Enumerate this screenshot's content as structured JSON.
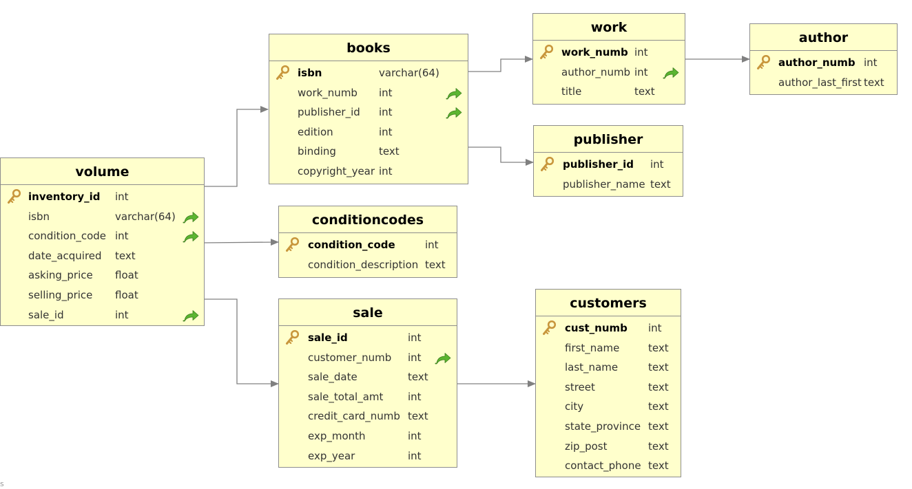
{
  "diagram": {
    "tables": {
      "volume": {
        "name": "volume",
        "columns": [
          {
            "name": "inventory_id",
            "type": "int",
            "pk": true,
            "fk": false
          },
          {
            "name": "isbn",
            "type": "varchar(64)",
            "pk": false,
            "fk": true
          },
          {
            "name": "condition_code",
            "type": "int",
            "pk": false,
            "fk": true
          },
          {
            "name": "date_acquired",
            "type": "text",
            "pk": false,
            "fk": false
          },
          {
            "name": "asking_price",
            "type": "float",
            "pk": false,
            "fk": false
          },
          {
            "name": "selling_price",
            "type": "float",
            "pk": false,
            "fk": false
          },
          {
            "name": "sale_id",
            "type": "int",
            "pk": false,
            "fk": true
          }
        ]
      },
      "books": {
        "name": "books",
        "columns": [
          {
            "name": "isbn",
            "type": "varchar(64)",
            "pk": true,
            "fk": false
          },
          {
            "name": "work_numb",
            "type": "int",
            "pk": false,
            "fk": true
          },
          {
            "name": "publisher_id",
            "type": "int",
            "pk": false,
            "fk": true
          },
          {
            "name": "edition",
            "type": "int",
            "pk": false,
            "fk": false
          },
          {
            "name": "binding",
            "type": "text",
            "pk": false,
            "fk": false
          },
          {
            "name": "copyright_year",
            "type": "int",
            "pk": false,
            "fk": false
          }
        ]
      },
      "work": {
        "name": "work",
        "columns": [
          {
            "name": "work_numb",
            "type": "int",
            "pk": true,
            "fk": false
          },
          {
            "name": "author_numb",
            "type": "int",
            "pk": false,
            "fk": true
          },
          {
            "name": "title",
            "type": "text",
            "pk": false,
            "fk": false
          }
        ]
      },
      "author": {
        "name": "author",
        "columns": [
          {
            "name": "author_numb",
            "type": "int",
            "pk": true,
            "fk": false
          },
          {
            "name": "author_last_first",
            "type": "text",
            "pk": false,
            "fk": false
          }
        ]
      },
      "publisher": {
        "name": "publisher",
        "columns": [
          {
            "name": "publisher_id",
            "type": "int",
            "pk": true,
            "fk": false
          },
          {
            "name": "publisher_name",
            "type": "text",
            "pk": false,
            "fk": false
          }
        ]
      },
      "conditioncodes": {
        "name": "conditioncodes",
        "columns": [
          {
            "name": "condition_code",
            "type": "int",
            "pk": true,
            "fk": false
          },
          {
            "name": "condition_description",
            "type": "text",
            "pk": false,
            "fk": false
          }
        ]
      },
      "sale": {
        "name": "sale",
        "columns": [
          {
            "name": "sale_id",
            "type": "int",
            "pk": true,
            "fk": false
          },
          {
            "name": "customer_numb",
            "type": "int",
            "pk": false,
            "fk": true
          },
          {
            "name": "sale_date",
            "type": "text",
            "pk": false,
            "fk": false
          },
          {
            "name": "sale_total_amt",
            "type": "int",
            "pk": false,
            "fk": false
          },
          {
            "name": "credit_card_numb",
            "type": "text",
            "pk": false,
            "fk": false
          },
          {
            "name": "exp_month",
            "type": "int",
            "pk": false,
            "fk": false
          },
          {
            "name": "exp_year",
            "type": "int",
            "pk": false,
            "fk": false
          }
        ]
      },
      "customers": {
        "name": "customers",
        "columns": [
          {
            "name": "cust_numb",
            "type": "int",
            "pk": true,
            "fk": false
          },
          {
            "name": "first_name",
            "type": "text",
            "pk": false,
            "fk": false
          },
          {
            "name": "last_name",
            "type": "text",
            "pk": false,
            "fk": false
          },
          {
            "name": "street",
            "type": "text",
            "pk": false,
            "fk": false
          },
          {
            "name": "city",
            "type": "text",
            "pk": false,
            "fk": false
          },
          {
            "name": "state_province",
            "type": "text",
            "pk": false,
            "fk": false
          },
          {
            "name": "zip_post",
            "type": "text",
            "pk": false,
            "fk": false
          },
          {
            "name": "contact_phone",
            "type": "text",
            "pk": false,
            "fk": false
          }
        ]
      }
    },
    "relationships": [
      {
        "from": "volume",
        "to": "books"
      },
      {
        "from": "volume",
        "to": "conditioncodes"
      },
      {
        "from": "volume",
        "to": "sale"
      },
      {
        "from": "books",
        "to": "work"
      },
      {
        "from": "books",
        "to": "publisher"
      },
      {
        "from": "work",
        "to": "author"
      },
      {
        "from": "sale",
        "to": "customers"
      }
    ],
    "icons": {
      "primary_key": "key-icon",
      "foreign_key": "foreign-key-arrow-icon"
    },
    "colors": {
      "table_fill": "#ffffcc",
      "table_border": "#8c8c8c",
      "connector": "#808080",
      "key_gold": "#c8963c",
      "fk_green": "#5cb531"
    },
    "corner_mark": "s"
  }
}
